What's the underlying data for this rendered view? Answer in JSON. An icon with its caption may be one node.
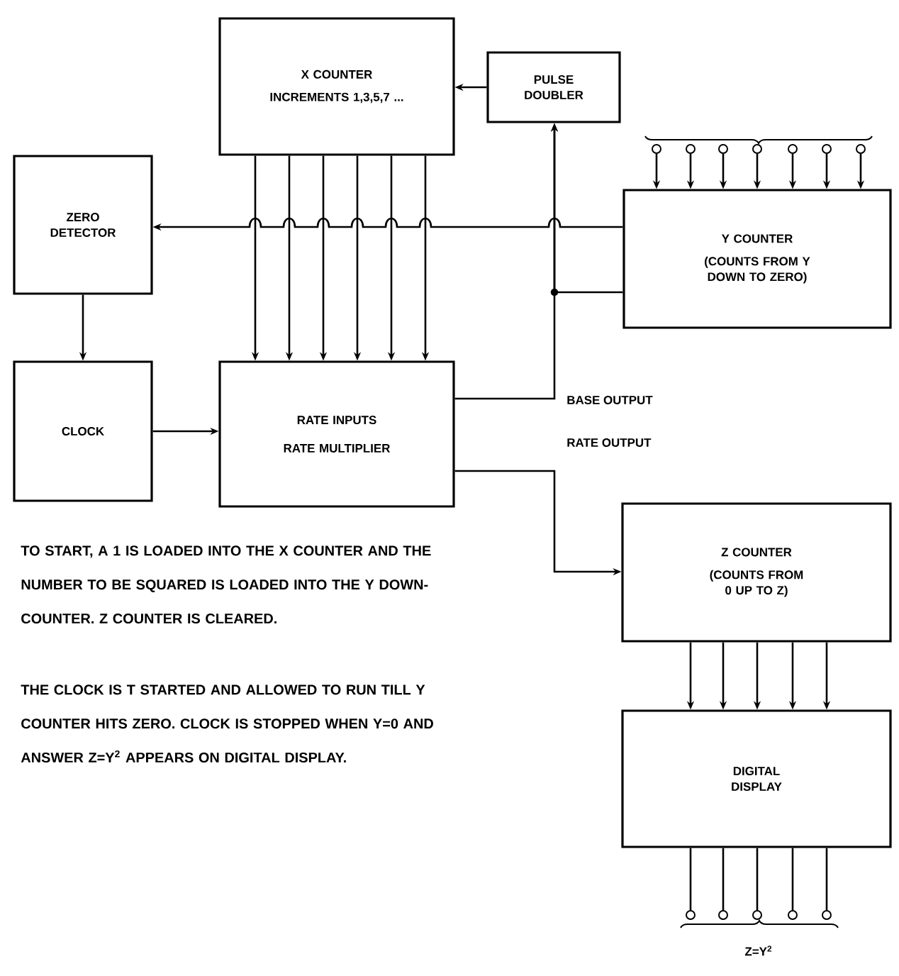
{
  "diagram": {
    "nodes": [
      {
        "text": [
          "X COUNTER",
          "INCREMENTS 1,3,5,7 ..."
        ]
      },
      {
        "text": [
          "PULSE DOUBLER"
        ]
      },
      {
        "text": [
          "ZERO DETECTOR"
        ]
      },
      {
        "text": [
          "Y COUNTER",
          "(COUNTS FROM Y DOWN TO ZERO)"
        ]
      },
      {
        "text": [
          "CLOCK"
        ]
      },
      {
        "text": [
          "RATE INPUTS",
          "RATE MULTIPLIER"
        ]
      },
      {
        "text": [
          "Z COUNTER",
          "(COUNTS FROM 0 UP TO Z)"
        ]
      },
      {
        "text": [
          "DIGITAL DISPLAY"
        ]
      },
      {
        "text": [],
        "shape": "circle"
      },
      {
        "text": [],
        "shape": "circle"
      },
      {
        "text": [],
        "shape": "circle"
      },
      {
        "text": [],
        "shape": "circle"
      },
      {
        "text": [],
        "shape": "circle"
      },
      {
        "text": [],
        "shape": "circle"
      },
      {
        "text": [],
        "shape": "circle"
      },
      {
        "text": [],
        "shape": "circle"
      },
      {
        "text": [],
        "shape": "circle"
      },
      {
        "text": [],
        "shape": "circle"
      },
      {
        "text": [],
        "shape": "circle"
      },
      {
        "text": [],
        "shape": "circle"
      }
    ],
    "edges": [
      {
        "from": 1,
        "to": 0,
        "arrow": "to"
      },
      {
        "from": 0,
        "to": 5,
        "arrow": "to"
      },
      {
        "from": 0,
        "to": 5,
        "arrow": "to"
      },
      {
        "from": 0,
        "to": 5,
        "arrow": "to"
      },
      {
        "from": 0,
        "to": 5,
        "arrow": "to"
      },
      {
        "from": 0,
        "to": 5,
        "arrow": "to"
      },
      {
        "from": 0,
        "to": 5,
        "arrow": "to"
      },
      {
        "from": 3,
        "to": 2,
        "arrow": "to"
      },
      {
        "from": 5,
        "to": 1,
        "arrow": "to",
        "label": "BASE OUTPUT"
      },
      {
        "from": 3,
        "to": 1,
        "arrow": "to"
      },
      {
        "from": 2,
        "to": 4,
        "arrow": "to"
      },
      {
        "from": 4,
        "to": 5,
        "arrow": "to"
      },
      {
        "from": 5,
        "to": 6,
        "arrow": "to",
        "label": "RATE OUTPUT"
      },
      {
        "from": 6,
        "to": 7,
        "arrow": "to"
      },
      {
        "from": 6,
        "to": 7,
        "arrow": "to"
      },
      {
        "from": 6,
        "to": 7,
        "arrow": "to"
      },
      {
        "from": 6,
        "to": 7,
        "arrow": "to"
      },
      {
        "from": 6,
        "to": 7,
        "arrow": "to"
      },
      {
        "from": 8,
        "to": 3,
        "arrow": "to"
      },
      {
        "from": 9,
        "to": 3,
        "arrow": "to"
      },
      {
        "from": 10,
        "to": 3,
        "arrow": "to"
      },
      {
        "from": 11,
        "to": 3,
        "arrow": "to"
      },
      {
        "from": 12,
        "to": 3,
        "arrow": "to"
      },
      {
        "from": 13,
        "to": 3,
        "arrow": "to"
      },
      {
        "from": 14,
        "to": 3,
        "arrow": "to"
      },
      {
        "from": 7,
        "to": 15,
        "arrow": "none"
      },
      {
        "from": 7,
        "to": 16,
        "arrow": "none"
      },
      {
        "from": 7,
        "to": 17,
        "arrow": "none"
      },
      {
        "from": 7,
        "to": 18,
        "arrow": "none"
      },
      {
        "from": 7,
        "to": 19,
        "arrow": "none"
      }
    ],
    "labels": [
      "TO START, A 1 IS LOADED INTO THE X COUNTER AND THE NUMBER TO BE SQUARED IS LOADED INTO THE Y DOWN-COUNTER.   Z COUNTER IS CLEARED.",
      "THE CLOCK IS T STARTED AND ALLOWED TO RUN TILL Y COUNTER HITS ZERO.   CLOCK IS STOPPED WHEN Y=0 AND ANSWER Z=Y$^{2}$ APPEARS ON DIGITAL DISPLAY.",
      "Z=Y$^{2}$"
    ]
  }
}
